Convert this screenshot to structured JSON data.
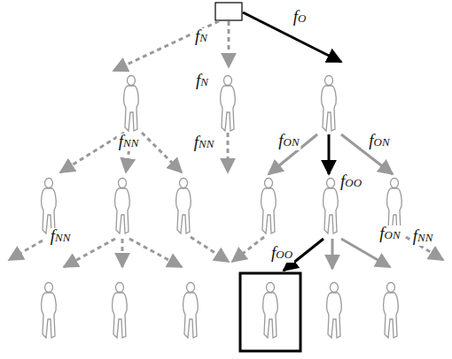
{
  "diagram": {
    "labels": [
      "fN",
      "fO",
      "fN",
      "fNN",
      "fNN",
      "fON",
      "fON",
      "fOO",
      "fNN",
      "fOO",
      "fON",
      "fNN"
    ]
  }
}
